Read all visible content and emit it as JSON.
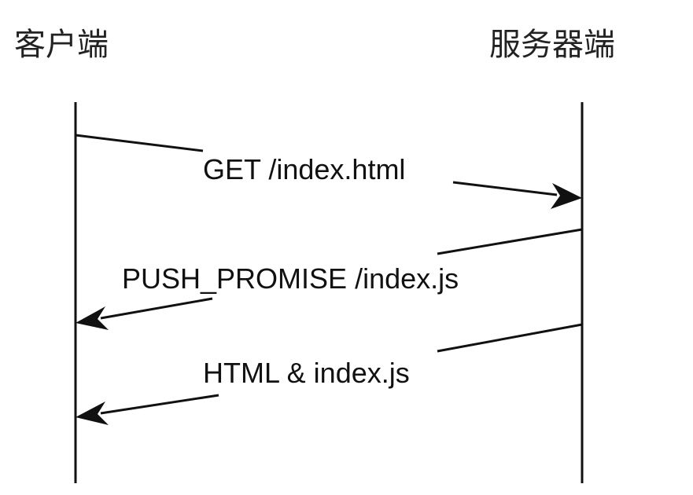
{
  "actors": {
    "client": "客户端",
    "server": "服务器端"
  },
  "messages": [
    {
      "label": "GET /index.html",
      "direction": "client-to-server"
    },
    {
      "label": "PUSH_PROMISE /index.js",
      "direction": "server-to-client"
    },
    {
      "label": "HTML & index.js",
      "direction": "server-to-client"
    }
  ]
}
